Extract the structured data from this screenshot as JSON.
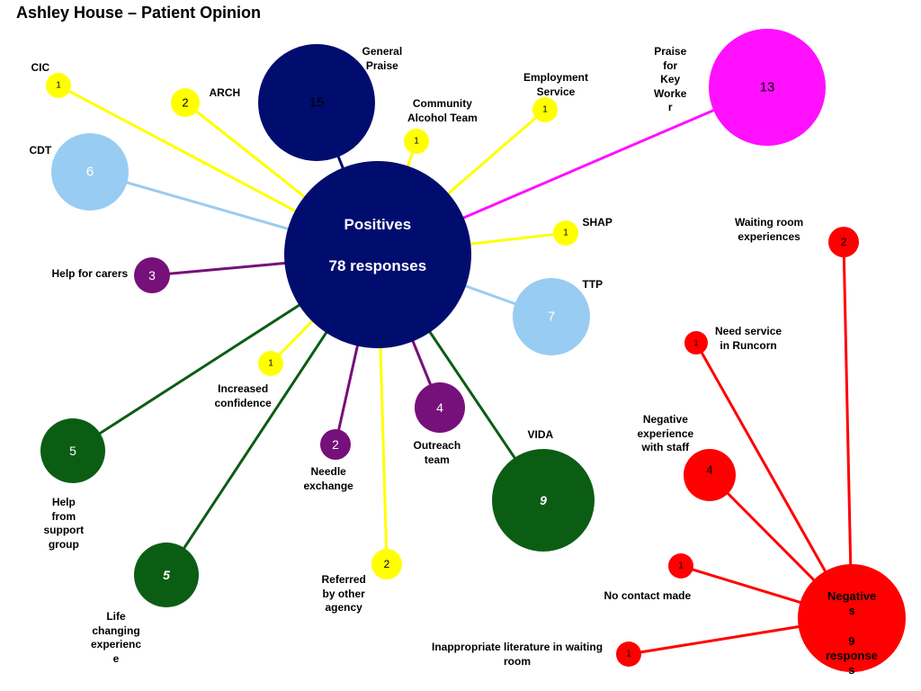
{
  "title": "Ashley House – Patient Opinion",
  "colors": {
    "navy": "#000d6e",
    "yellow": "#ffff00",
    "light_blue": "#99ccf2",
    "purple": "#76107a",
    "green": "#0b5d14",
    "magenta": "#ff10ff",
    "red": "#ff0000"
  },
  "positives": {
    "hub_title": "Positives",
    "hub_count": "78 responses",
    "categories": [
      {
        "label": "General\nPraise",
        "value": "15",
        "color": "navy"
      },
      {
        "label": "Praise\nfor\nKey\nWorke\nr",
        "value": "13",
        "color": "magenta"
      },
      {
        "label": "CIC",
        "value": "1",
        "color": "yellow"
      },
      {
        "label": "ARCH",
        "value": "2",
        "color": "yellow"
      },
      {
        "label": "CDT",
        "value": "6",
        "color": "light_blue"
      },
      {
        "label": "Community\nAlcohol Team",
        "value": "1",
        "color": "yellow"
      },
      {
        "label": "Employment\nService",
        "value": "1",
        "color": "yellow"
      },
      {
        "label": "SHAP",
        "value": "1",
        "color": "yellow"
      },
      {
        "label": "TTP",
        "value": "7",
        "color": "light_blue"
      },
      {
        "label": "Help for carers",
        "value": "3",
        "color": "purple"
      },
      {
        "label": "Increased\nconfidence",
        "value": "1",
        "color": "yellow"
      },
      {
        "label": "Outreach\nteam",
        "value": "4",
        "color": "purple"
      },
      {
        "label": "Needle\nexchange",
        "value": "2",
        "color": "purple"
      },
      {
        "label": "VIDA",
        "value": "9",
        "color": "green"
      },
      {
        "label": "Help\nfrom\nsupport\ngroup",
        "value": "5",
        "color": "green"
      },
      {
        "label": "Referred\nby other\nagency",
        "value": "2",
        "color": "yellow"
      },
      {
        "label": "Life\nchanging\nexperienc\ne",
        "value": "5",
        "color": "green"
      }
    ]
  },
  "negatives": {
    "hub_title": "Negative\ns",
    "hub_count": "9\nresponse\ns",
    "categories": [
      {
        "label": "Waiting room\nexperiences",
        "value": "2",
        "color": "red"
      },
      {
        "label": "Need service\nin Runcorn",
        "value": "1",
        "color": "red"
      },
      {
        "label": "Negative\nexperience\nwith staff",
        "value": "4",
        "color": "red"
      },
      {
        "label": "No contact made",
        "value": "1",
        "color": "red"
      },
      {
        "label": "Inappropriate literature in waiting\nroom",
        "value": "1",
        "color": "red"
      }
    ]
  }
}
